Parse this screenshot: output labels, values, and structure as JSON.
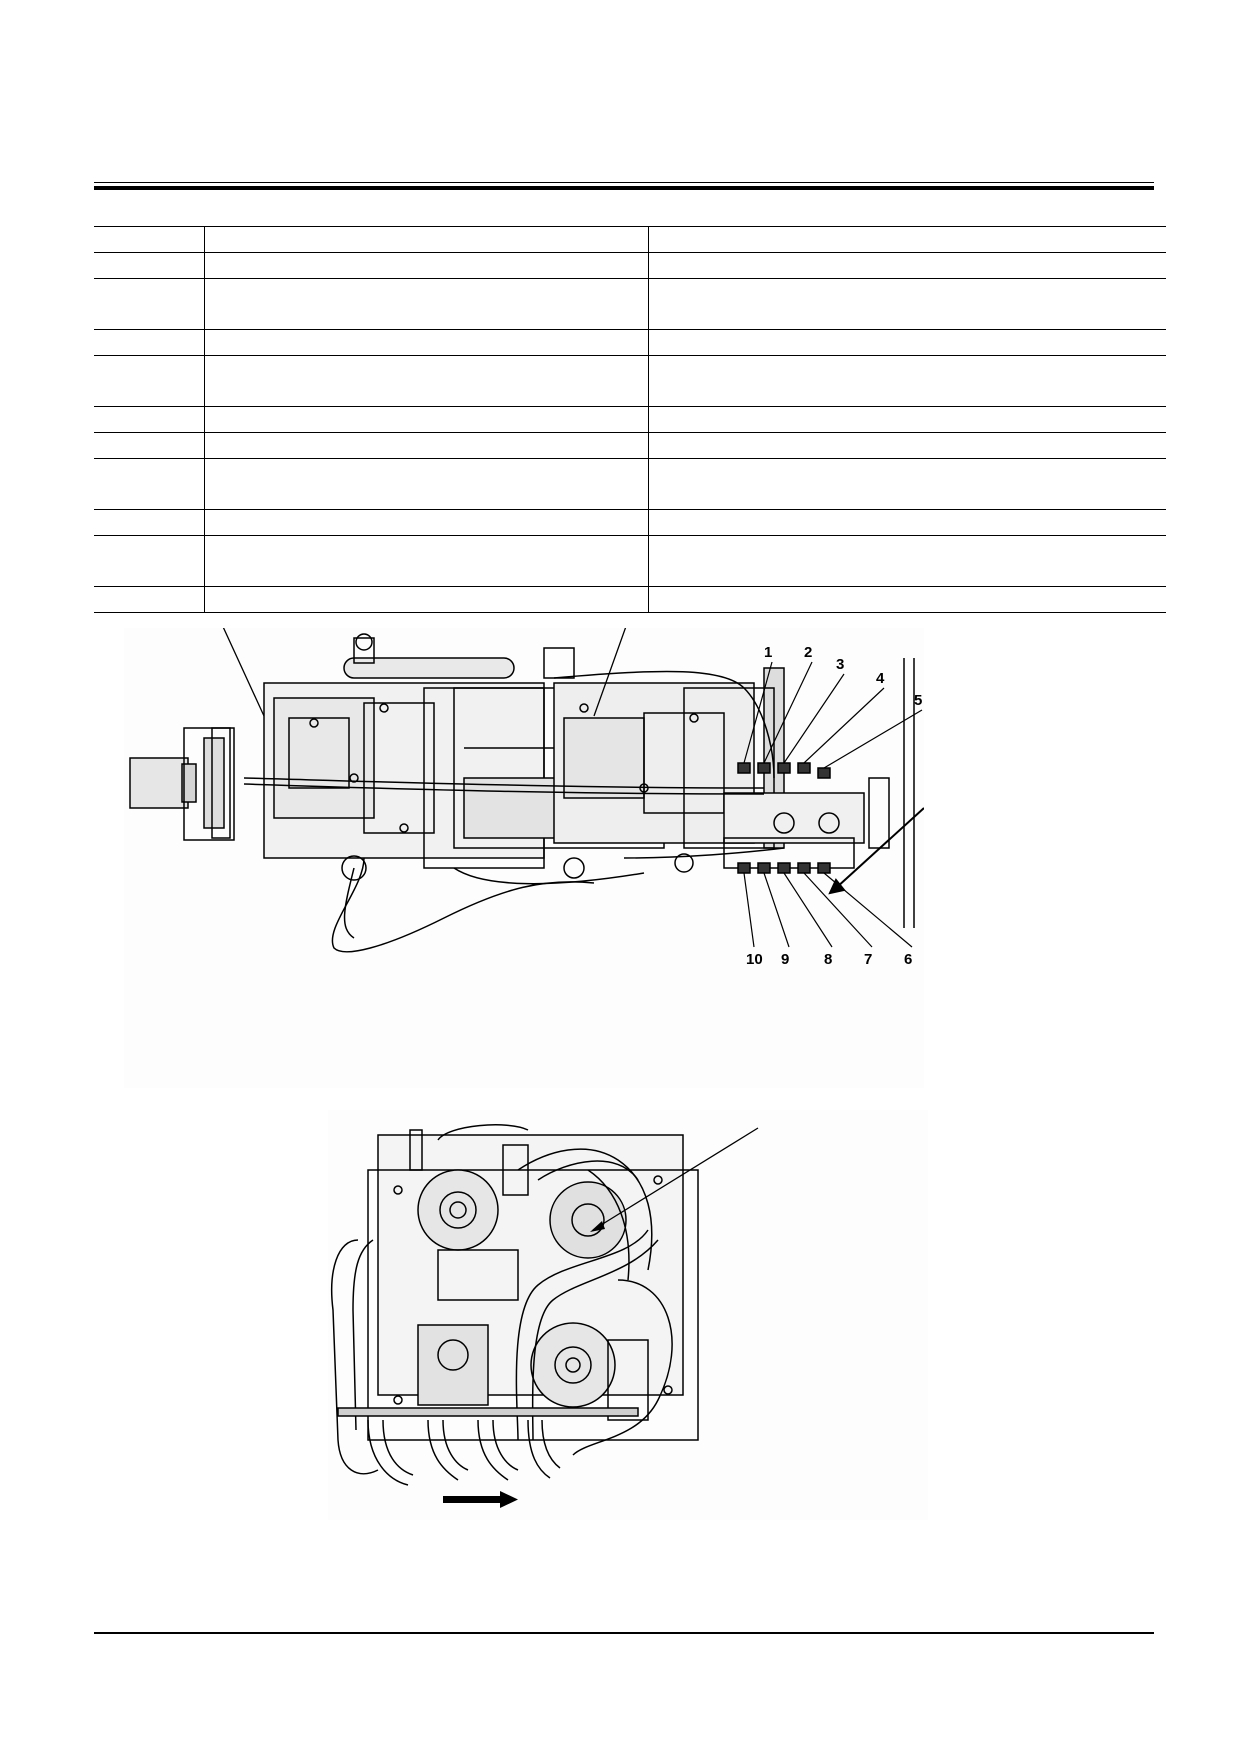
{
  "header": {
    "title": ""
  },
  "table": {
    "rows": [
      {
        "height": "single"
      },
      {
        "height": "single"
      },
      {
        "height": "double"
      },
      {
        "height": "single"
      },
      {
        "height": "double"
      },
      {
        "height": "single"
      },
      {
        "height": "single"
      },
      {
        "height": "double"
      },
      {
        "height": "single"
      },
      {
        "height": "double"
      },
      {
        "height": "single"
      }
    ]
  },
  "figure_top": {
    "callouts": [
      "1",
      "2",
      "3",
      "4",
      "5",
      "6",
      "7",
      "8",
      "9",
      "10"
    ]
  },
  "figure_bottom": {
    "direction_arrow": "arrow-right-icon"
  },
  "footer": {
    "text": ""
  }
}
